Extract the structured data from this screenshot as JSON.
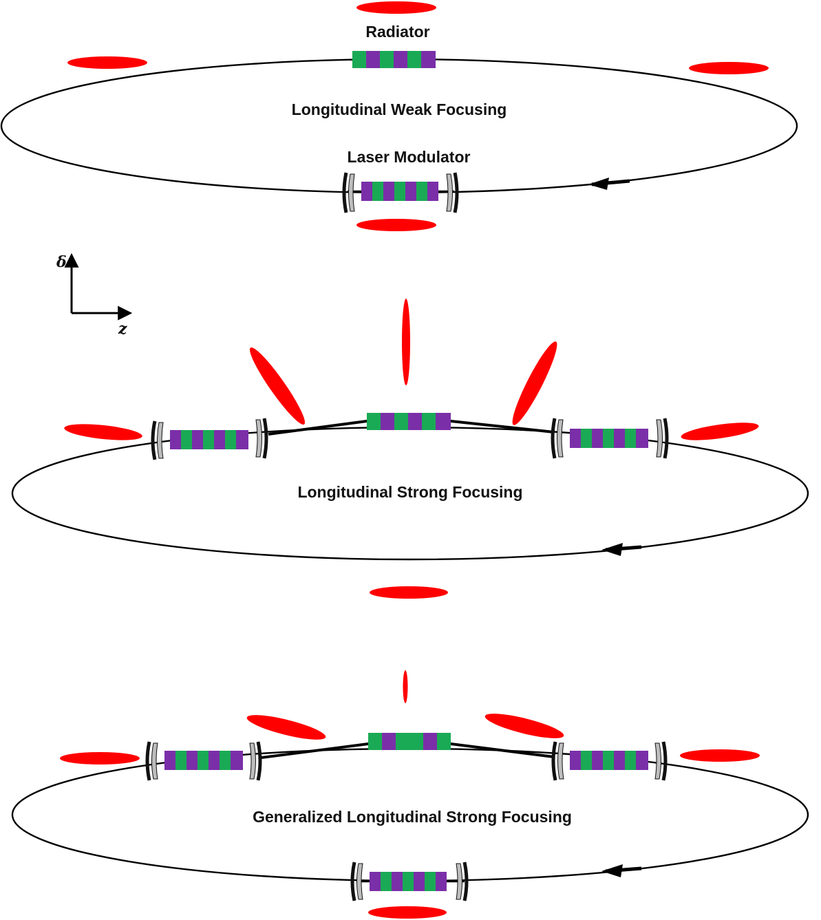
{
  "colors": {
    "bunch": "#ff0000",
    "undulator_a": "#1aaa55",
    "undulator_b": "#7a2fa8",
    "mirror_outer": "#111111",
    "mirror_inner": "#bdbdbd",
    "line": "#000000"
  },
  "panels": [
    {
      "name": "weak",
      "title": "Longitudinal Weak Focusing",
      "labels": [
        "Radiator",
        "Laser Modulator"
      ]
    },
    {
      "name": "strong",
      "title": "Longitudinal Strong Focusing"
    },
    {
      "name": "generalized",
      "title": "Generalized Longitudinal Strong Focusing"
    }
  ],
  "axes": {
    "vertical": "δ",
    "horizontal": "z"
  },
  "icons": [
    "undulator-icon",
    "mirror-icon",
    "arrow-icon",
    "electron-bunch-icon"
  ]
}
